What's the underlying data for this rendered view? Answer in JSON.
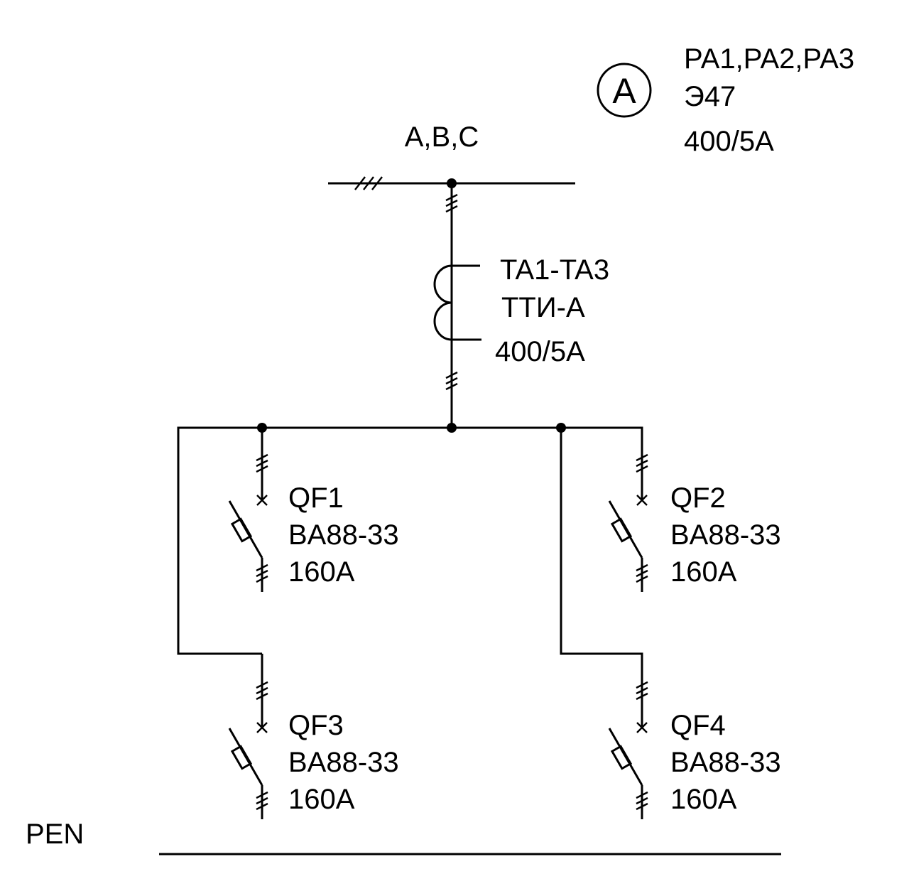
{
  "bus": {
    "phases": "A,B,C"
  },
  "ammeter": {
    "symbol": "A",
    "designation": "PA1,PA2,PA3",
    "type": "Э47",
    "ratio": "400/5A"
  },
  "current_transformer": {
    "designation": "TA1-TA3",
    "type": "ТТИ-А",
    "ratio": "400/5A"
  },
  "breakers": [
    {
      "designation": "QF1",
      "type": "BA88-33",
      "rating": "160A"
    },
    {
      "designation": "QF2",
      "type": "BA88-33",
      "rating": "160A"
    },
    {
      "designation": "QF3",
      "type": "BA88-33",
      "rating": "160A"
    },
    {
      "designation": "QF4",
      "type": "BA88-33",
      "rating": "160A"
    }
  ],
  "pen": {
    "label": "PEN"
  }
}
